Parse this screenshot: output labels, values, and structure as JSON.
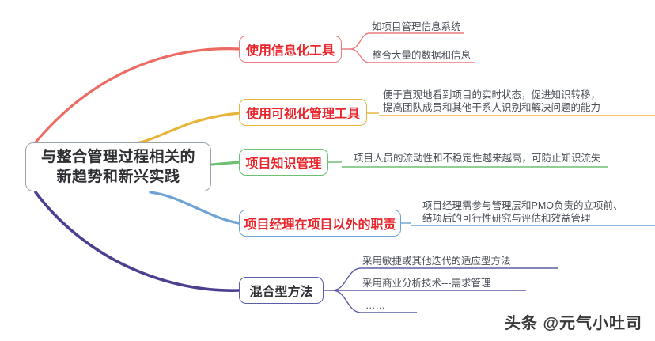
{
  "root": {
    "line1": "与整合管理过程相关的",
    "line2": "新趋势和新兴实践"
  },
  "branches": [
    {
      "label": "使用信息化工具",
      "color": "#eb7a7e",
      "items": [
        "如项目管理信息系统",
        "整合大量的数据和信息"
      ]
    },
    {
      "label": "使用可视化管理工具",
      "color": "#e8b43a",
      "items": [
        "便于直观地看到项目的实时状态，促进知识转移，",
        "提高团队成员和其他干系人识别和解决问题的能力"
      ]
    },
    {
      "label": "项目知识管理",
      "color": "#6fbf73",
      "items": [
        "项目人员的流动性和不稳定性越来越高，可防止知识流失"
      ]
    },
    {
      "label": "项目经理在项目以外的职责",
      "color": "#6fa3d6",
      "items": [
        "项目经理需参与管理层和PMO负责的立项前、",
        "结项后的可行性研究与评估和效益管理"
      ]
    },
    {
      "label": "混合型方法",
      "color": "#5b5ea6",
      "items": [
        "采用敏捷或其他迭代的适应型方法",
        "采用商业分析技术---需求管理",
        "……"
      ]
    }
  ],
  "watermark": "头条 @元气小吐司",
  "colors": {
    "root_border": "#9aa3ad",
    "root_text": "#2d2f33",
    "label_red": "#e8262c",
    "leaf_text": "#4a4f57",
    "background": "#ffffff"
  }
}
